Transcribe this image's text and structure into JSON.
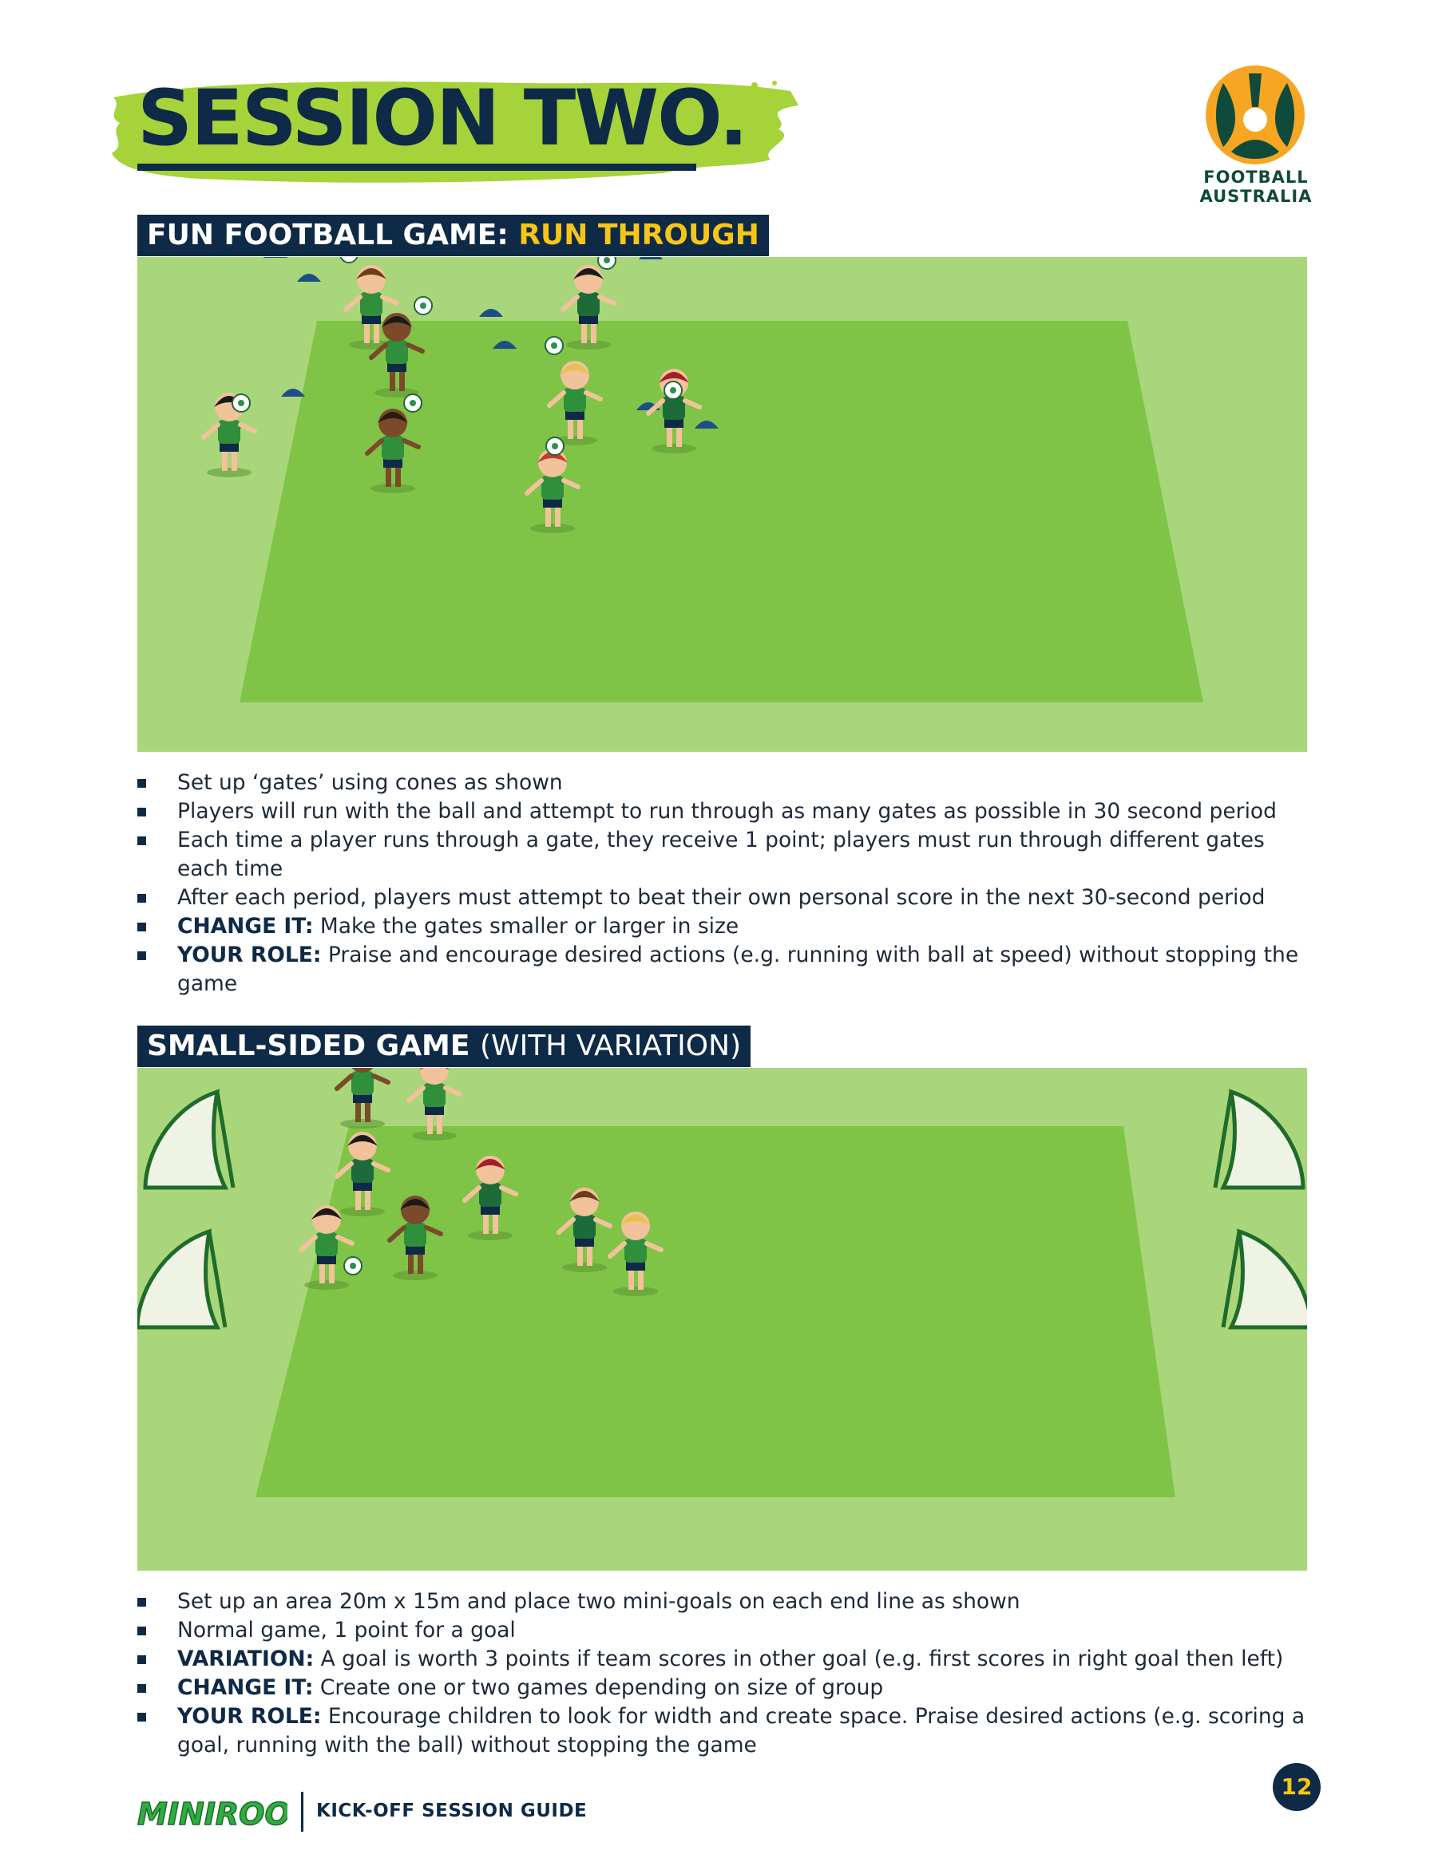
{
  "header": {
    "title": "SESSION TWO.",
    "logo_text_line1": "FOOTBALL",
    "logo_text_line2": "AUSTRALIA"
  },
  "section1": {
    "title_main": "FUN FOOTBALL GAME: ",
    "title_highlight": "RUN THROUGH",
    "bullets": [
      "Set up ‘gates’ using cones as shown",
      "Players will run with the ball and attempt to run through as many gates as possible in 30 second period",
      "Each time a player runs through a gate, they receive 1 point; players must run through different gates each time",
      "After each period, players must attempt to beat their own personal score in the next 30-second period"
    ],
    "change_label": "CHANGE IT:",
    "change_text": " Make the gates smaller or larger in size",
    "role_label": "YOUR ROLE:",
    "role_text": " Praise and encourage desired actions (e.g. running with ball at speed) without stopping the game"
  },
  "section2": {
    "title_main": "SMALL-SIDED GAME ",
    "title_light": "(WITH VARIATION)",
    "bullets": [
      "Set up an area 20m x 15m and place two mini-goals on each end line as shown",
      "Normal game, 1 point for a goal"
    ],
    "variation_label": "VARIATION:",
    "variation_text": " A goal is worth 3 points if team scores in other goal (e.g. first scores in right goal then left)",
    "change_label": "CHANGE IT:",
    "change_text": " Create one or two games depending on size of group",
    "role_label": "YOUR ROLE:",
    "role_text": " Encourage children to look for width and create space. Praise desired actions (e.g. scoring a goal, running with the ball) without stopping the game"
  },
  "footer": {
    "brand": "MINIROOS",
    "title": "KICK-OFF SESSION GUIDE",
    "page_number": "12"
  },
  "colors": {
    "navy": "#0e2a47",
    "yellow": "#f5c518",
    "pitch_outer": "#a9d67a",
    "pitch_inner": "#7fc447",
    "cone": "#1d4f86",
    "brush_green": "#a6d23a"
  }
}
